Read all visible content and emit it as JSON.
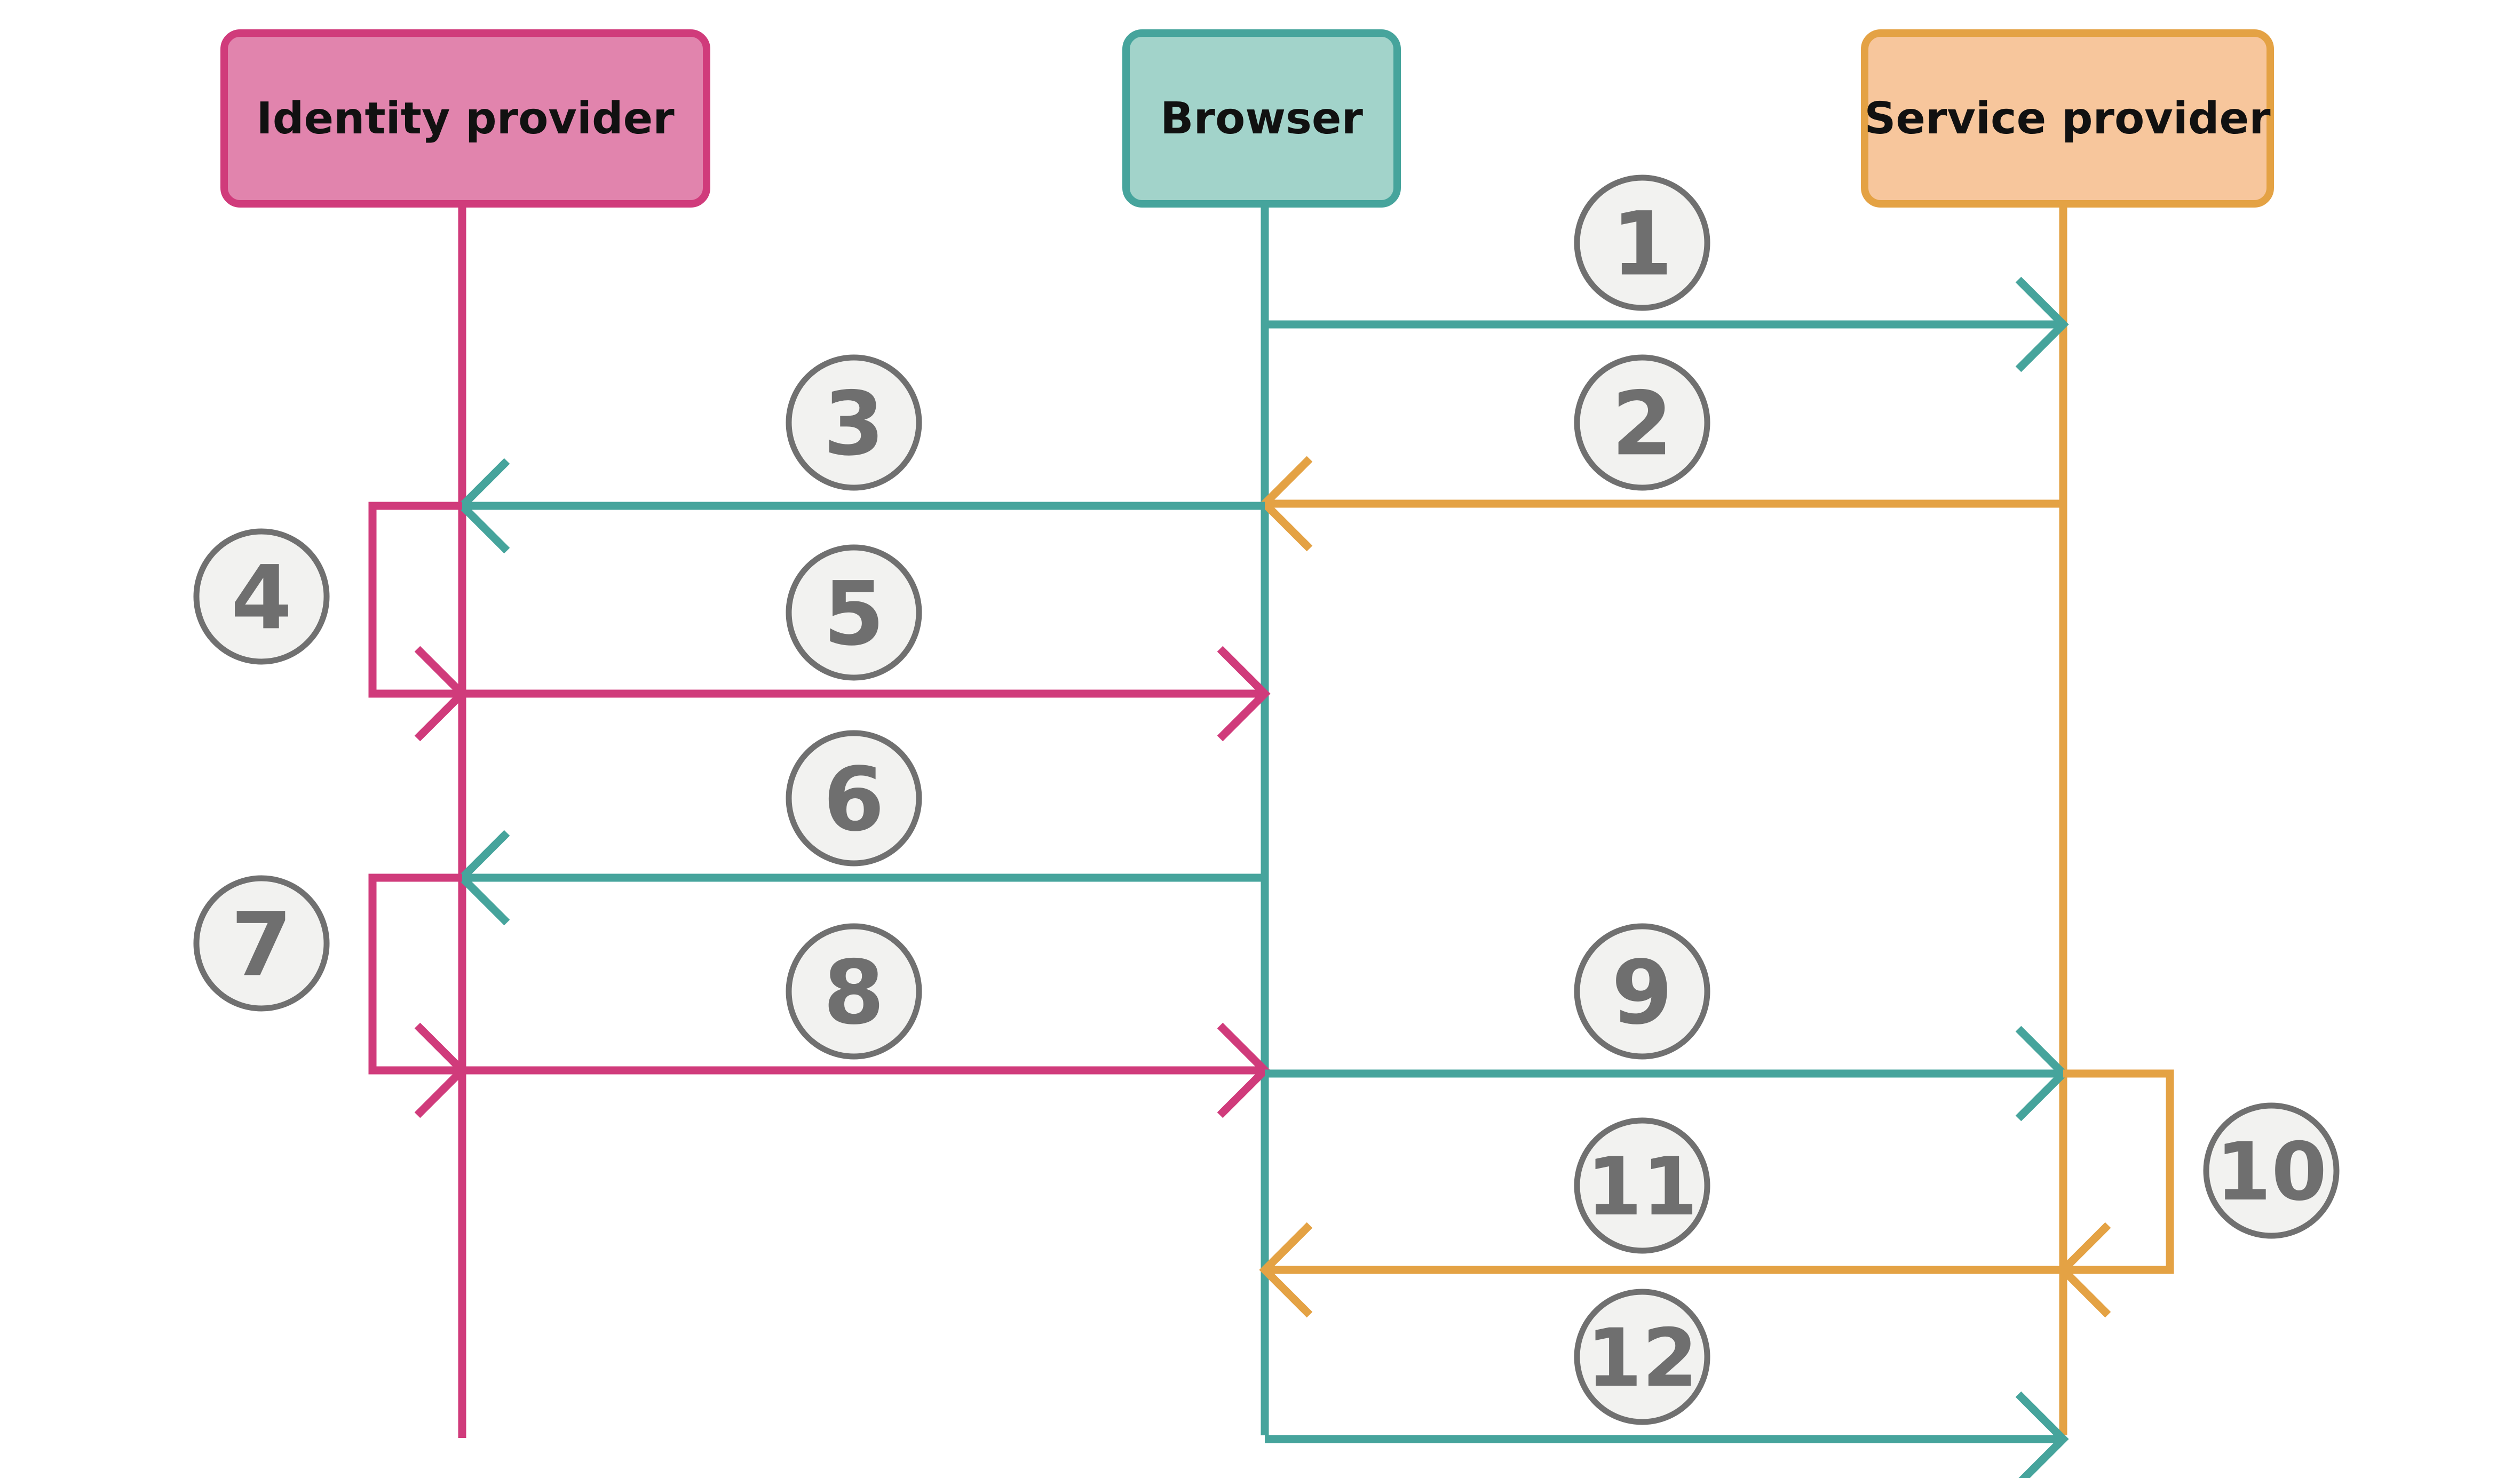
{
  "actors": [
    {
      "id": "idp",
      "label": "Identity provider",
      "fill": "#e184ad",
      "stroke": "#d03b7b"
    },
    {
      "id": "browser",
      "label": "Browser",
      "fill": "#a2d3ca",
      "stroke": "#46a49c"
    },
    {
      "id": "sp",
      "label": "Service provider",
      "fill": "#f7c69c",
      "stroke": "#e4a244"
    }
  ],
  "steps": [
    {
      "label": "1",
      "from": "browser",
      "to": "sp"
    },
    {
      "label": "2",
      "from": "sp",
      "to": "browser"
    },
    {
      "label": "3",
      "from": "browser",
      "to": "idp"
    },
    {
      "label": "4",
      "from": "idp",
      "to": "idp",
      "self": true
    },
    {
      "label": "5",
      "from": "idp",
      "to": "browser"
    },
    {
      "label": "6",
      "from": "browser",
      "to": "idp"
    },
    {
      "label": "7",
      "from": "idp",
      "to": "idp",
      "self": true
    },
    {
      "label": "8",
      "from": "idp",
      "to": "browser"
    },
    {
      "label": "9",
      "from": "browser",
      "to": "sp"
    },
    {
      "label": "10",
      "from": "sp",
      "to": "sp",
      "self": true
    },
    {
      "label": "11",
      "from": "sp",
      "to": "browser"
    },
    {
      "label": "12",
      "from": "browser",
      "to": "sp"
    }
  ],
  "colors": {
    "badge_fill": "#f2f2f0",
    "badge_stroke": "#707070",
    "badge_text": "#6f6f6f"
  }
}
